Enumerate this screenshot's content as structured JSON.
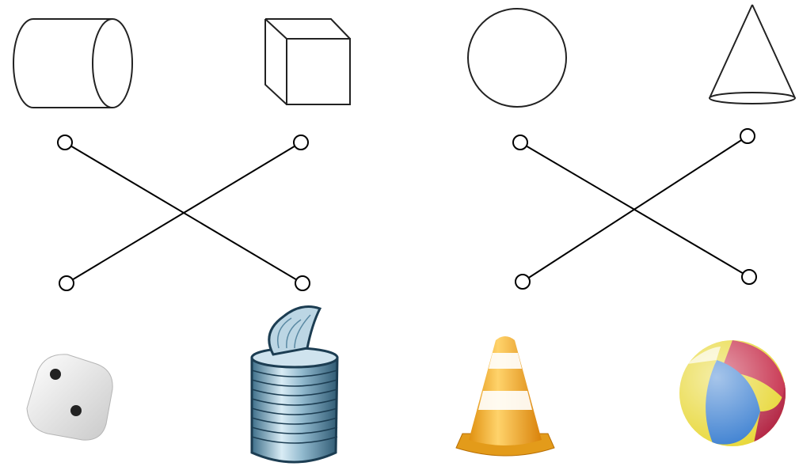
{
  "diagram": {
    "task": "match-3d-shapes-to-objects",
    "shapes": [
      {
        "name": "cylinder"
      },
      {
        "name": "cube"
      },
      {
        "name": "sphere"
      },
      {
        "name": "cone"
      }
    ],
    "objects": [
      {
        "name": "dice"
      },
      {
        "name": "tin-can"
      },
      {
        "name": "traffic-cone"
      },
      {
        "name": "beach-ball"
      }
    ],
    "connections": [
      {
        "shape": "cylinder",
        "object": "tin-can"
      },
      {
        "shape": "cube",
        "object": "dice"
      },
      {
        "shape": "sphere",
        "object": "beach-ball"
      },
      {
        "shape": "cone",
        "object": "traffic-cone"
      }
    ],
    "colors": {
      "line": "#000000",
      "can": "#8fb7cc",
      "cone_orange": "#f5a623",
      "ball_red": "#c8334f",
      "ball_blue": "#3b7fd1",
      "ball_yellow": "#e8d83a"
    }
  }
}
